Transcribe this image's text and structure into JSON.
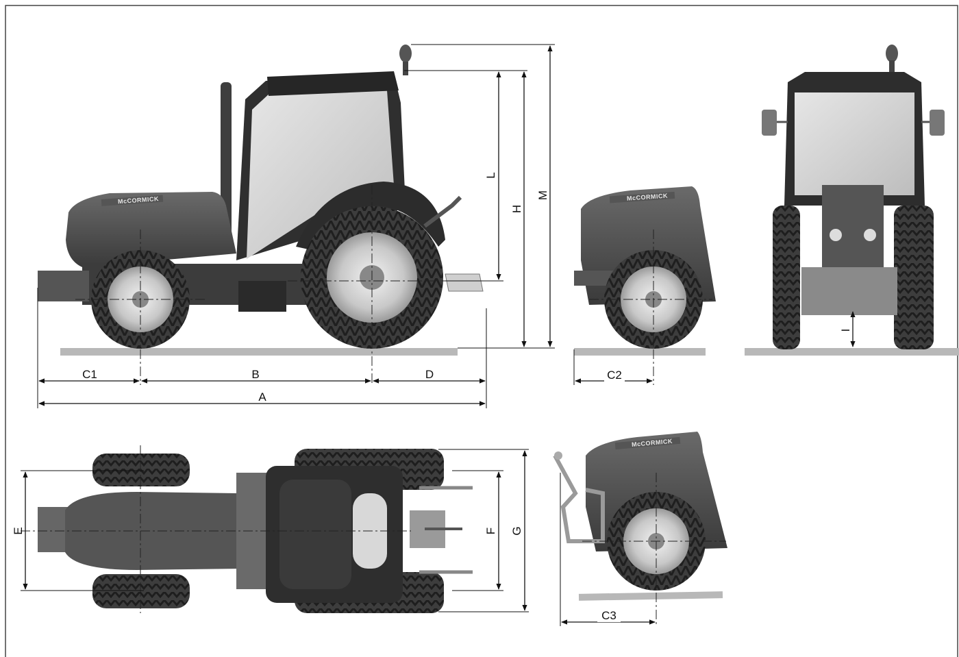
{
  "brand": {
    "name": "McCORMICK"
  },
  "dimensions": {
    "A": "A",
    "B": "B",
    "C1": "C1",
    "C2": "C2",
    "C3": "C3",
    "D": "D",
    "E": "E",
    "F": "F",
    "G": "G",
    "H": "H",
    "I": "I",
    "L": "L",
    "M": "M"
  },
  "colors": {
    "body": "#4a4a4a",
    "body_dark": "#2e2e2e",
    "tyre": "#3a3a3a",
    "ground": "#b8b8b8",
    "dim_line": "#111111"
  }
}
